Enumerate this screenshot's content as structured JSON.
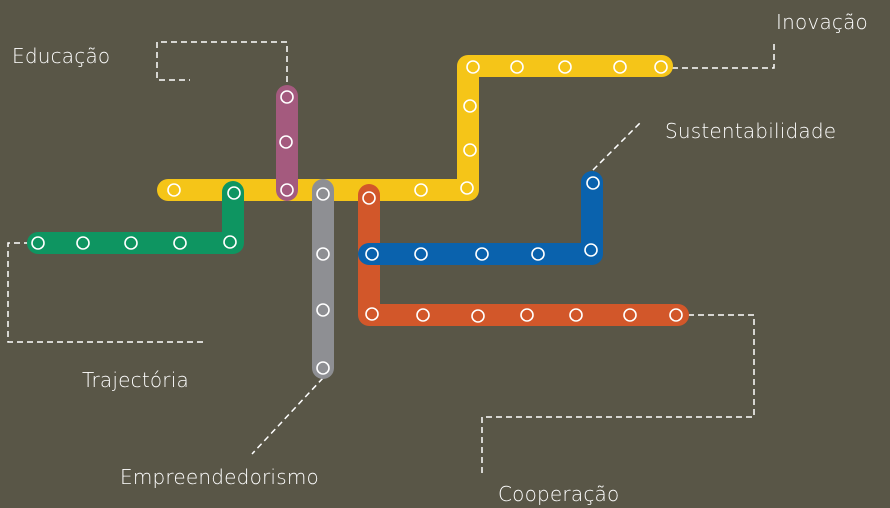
{
  "diagram": {
    "background_color": "#595647",
    "connector_color": "#ffffff",
    "station_marker_color": "#ffffff",
    "lines": [
      {
        "key": "inovacao",
        "label": "Inovação",
        "color": "#f5c518"
      },
      {
        "key": "educacao",
        "label": "Educação",
        "color": "#a45a7e"
      },
      {
        "key": "trajectoria",
        "label": "Trajectória",
        "color": "#0e9561"
      },
      {
        "key": "empreendedorismo",
        "label": "Empreendedorismo",
        "color": "#8e8f93"
      },
      {
        "key": "cooperacao",
        "label": "Cooperação",
        "color": "#d2572a"
      },
      {
        "key": "sustentabilidade",
        "label": "Sustentabilidade",
        "color": "#0a62ad"
      }
    ]
  }
}
